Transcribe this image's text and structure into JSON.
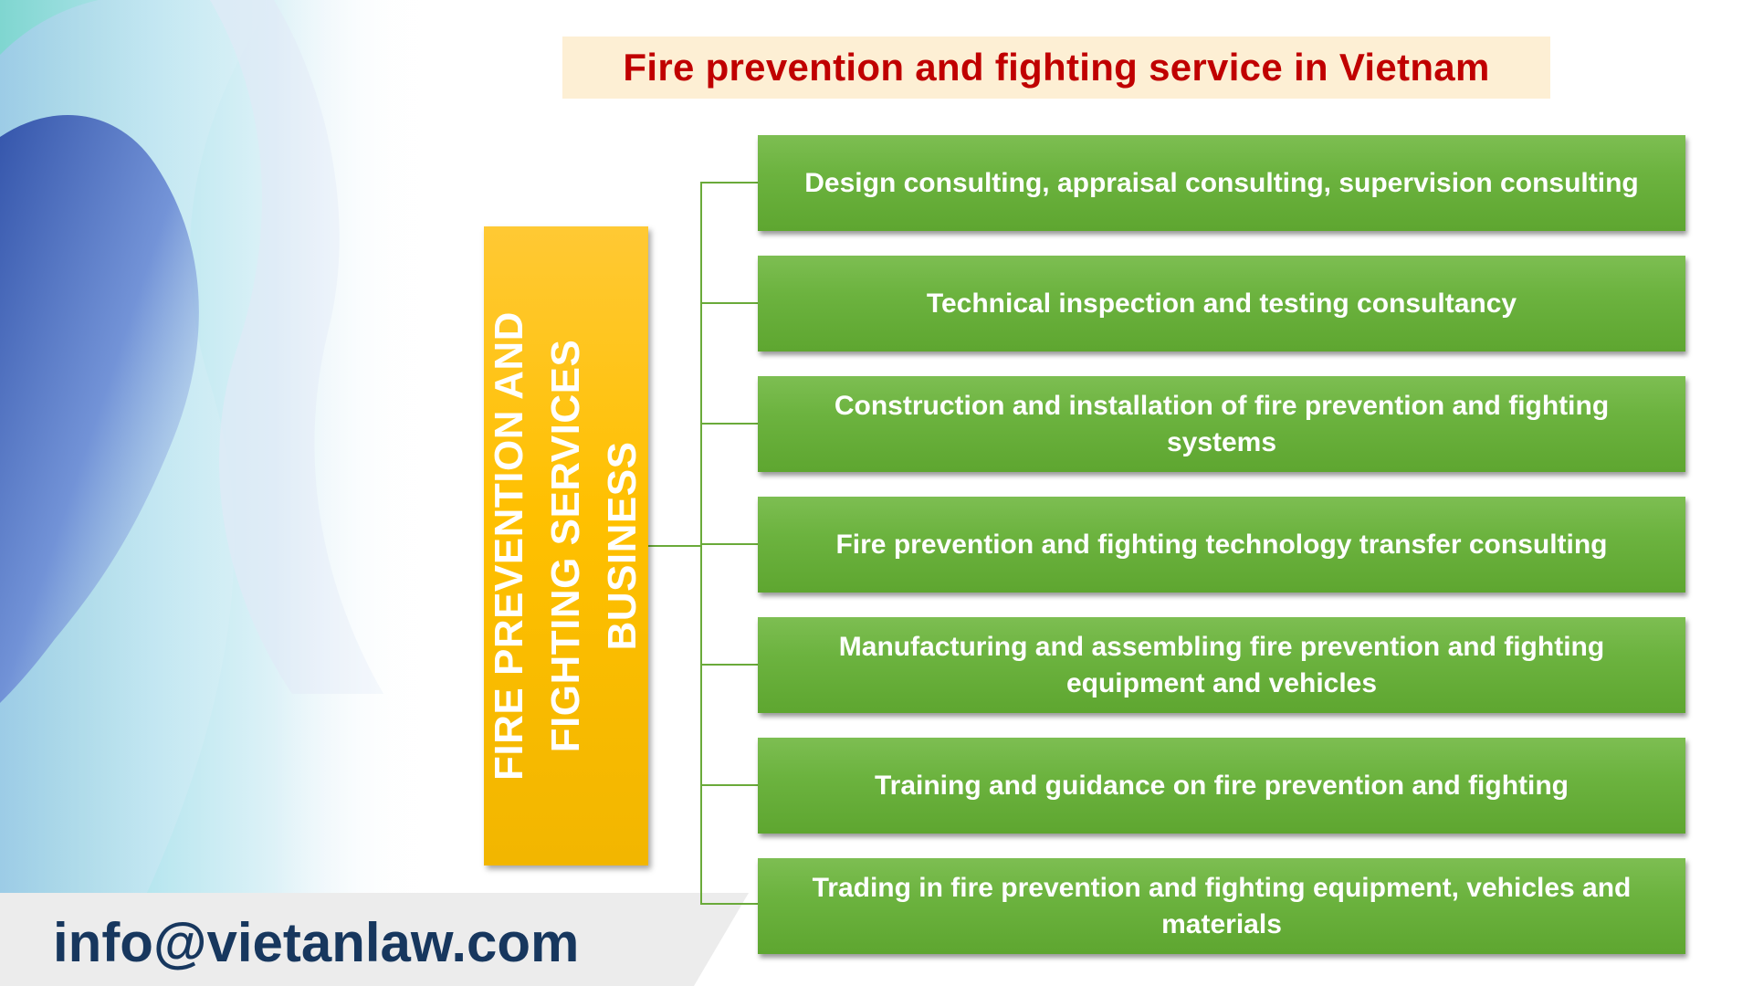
{
  "title": "Fire prevention and fighting service in Vietnam",
  "main_category": "FIRE PREVENTION AND FIGHTING SERVICES BUSINESS",
  "services": [
    "Design consulting, appraisal consulting, supervision consulting",
    "Technical inspection and testing consultancy",
    "Construction and installation of fire prevention and fighting systems",
    "Fire prevention and fighting technology transfer consulting",
    "Manufacturing and assembling fire prevention and fighting equipment and vehicles",
    "Training and guidance on fire prevention and fighting",
    "Trading in fire prevention and fighting equipment, vehicles and materials"
  ],
  "contact_email": "info@vietanlaw.com",
  "colors": {
    "title_text": "#c00000",
    "title_background": "#fdefd4",
    "category_box": "#ffc000",
    "service_box": "#6cb33f",
    "connector": "#6aaa3a",
    "email_text": "#17375e"
  }
}
